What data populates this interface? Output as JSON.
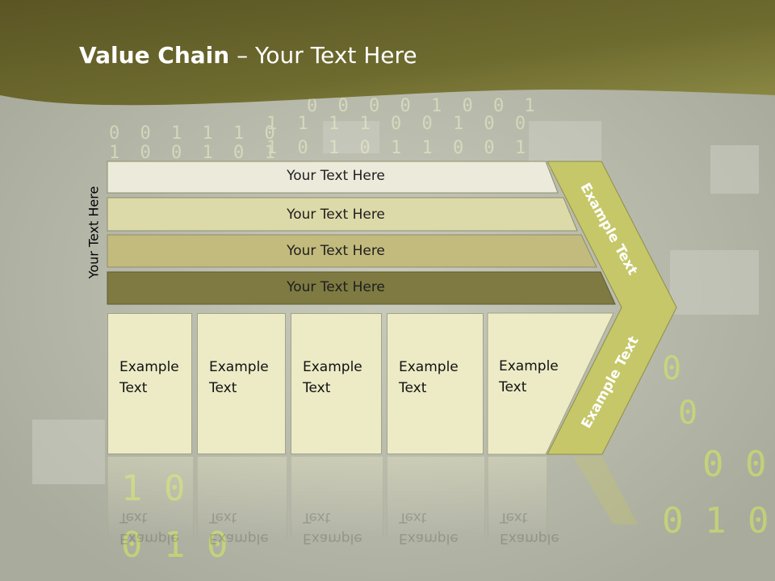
{
  "title": {
    "bold": "Value Chain",
    "rest": " – Your Text Here"
  },
  "side_label": "Your Text Here",
  "bars": [
    {
      "label": "Your Text Here"
    },
    {
      "label": "Your Text Here"
    },
    {
      "label": "Your Text Here"
    },
    {
      "label": "Your Text Here"
    }
  ],
  "boxes": [
    {
      "label": "Example\nText"
    },
    {
      "label": "Example\nText"
    },
    {
      "label": "Example\nText"
    },
    {
      "label": "Example\nText"
    },
    {
      "label": "Example\nText"
    }
  ],
  "chevron": {
    "top_label": "Example Text",
    "bottom_label": "Example Text"
  },
  "colors": {
    "header": "#6b6a2c",
    "bar_1": "#ebeadb",
    "bar_2": "#dddaa9",
    "bar_3": "#c3bb7d",
    "bar_4": "#7e7a42",
    "box": "#ecebc6",
    "chevron": "#c6c768"
  }
}
